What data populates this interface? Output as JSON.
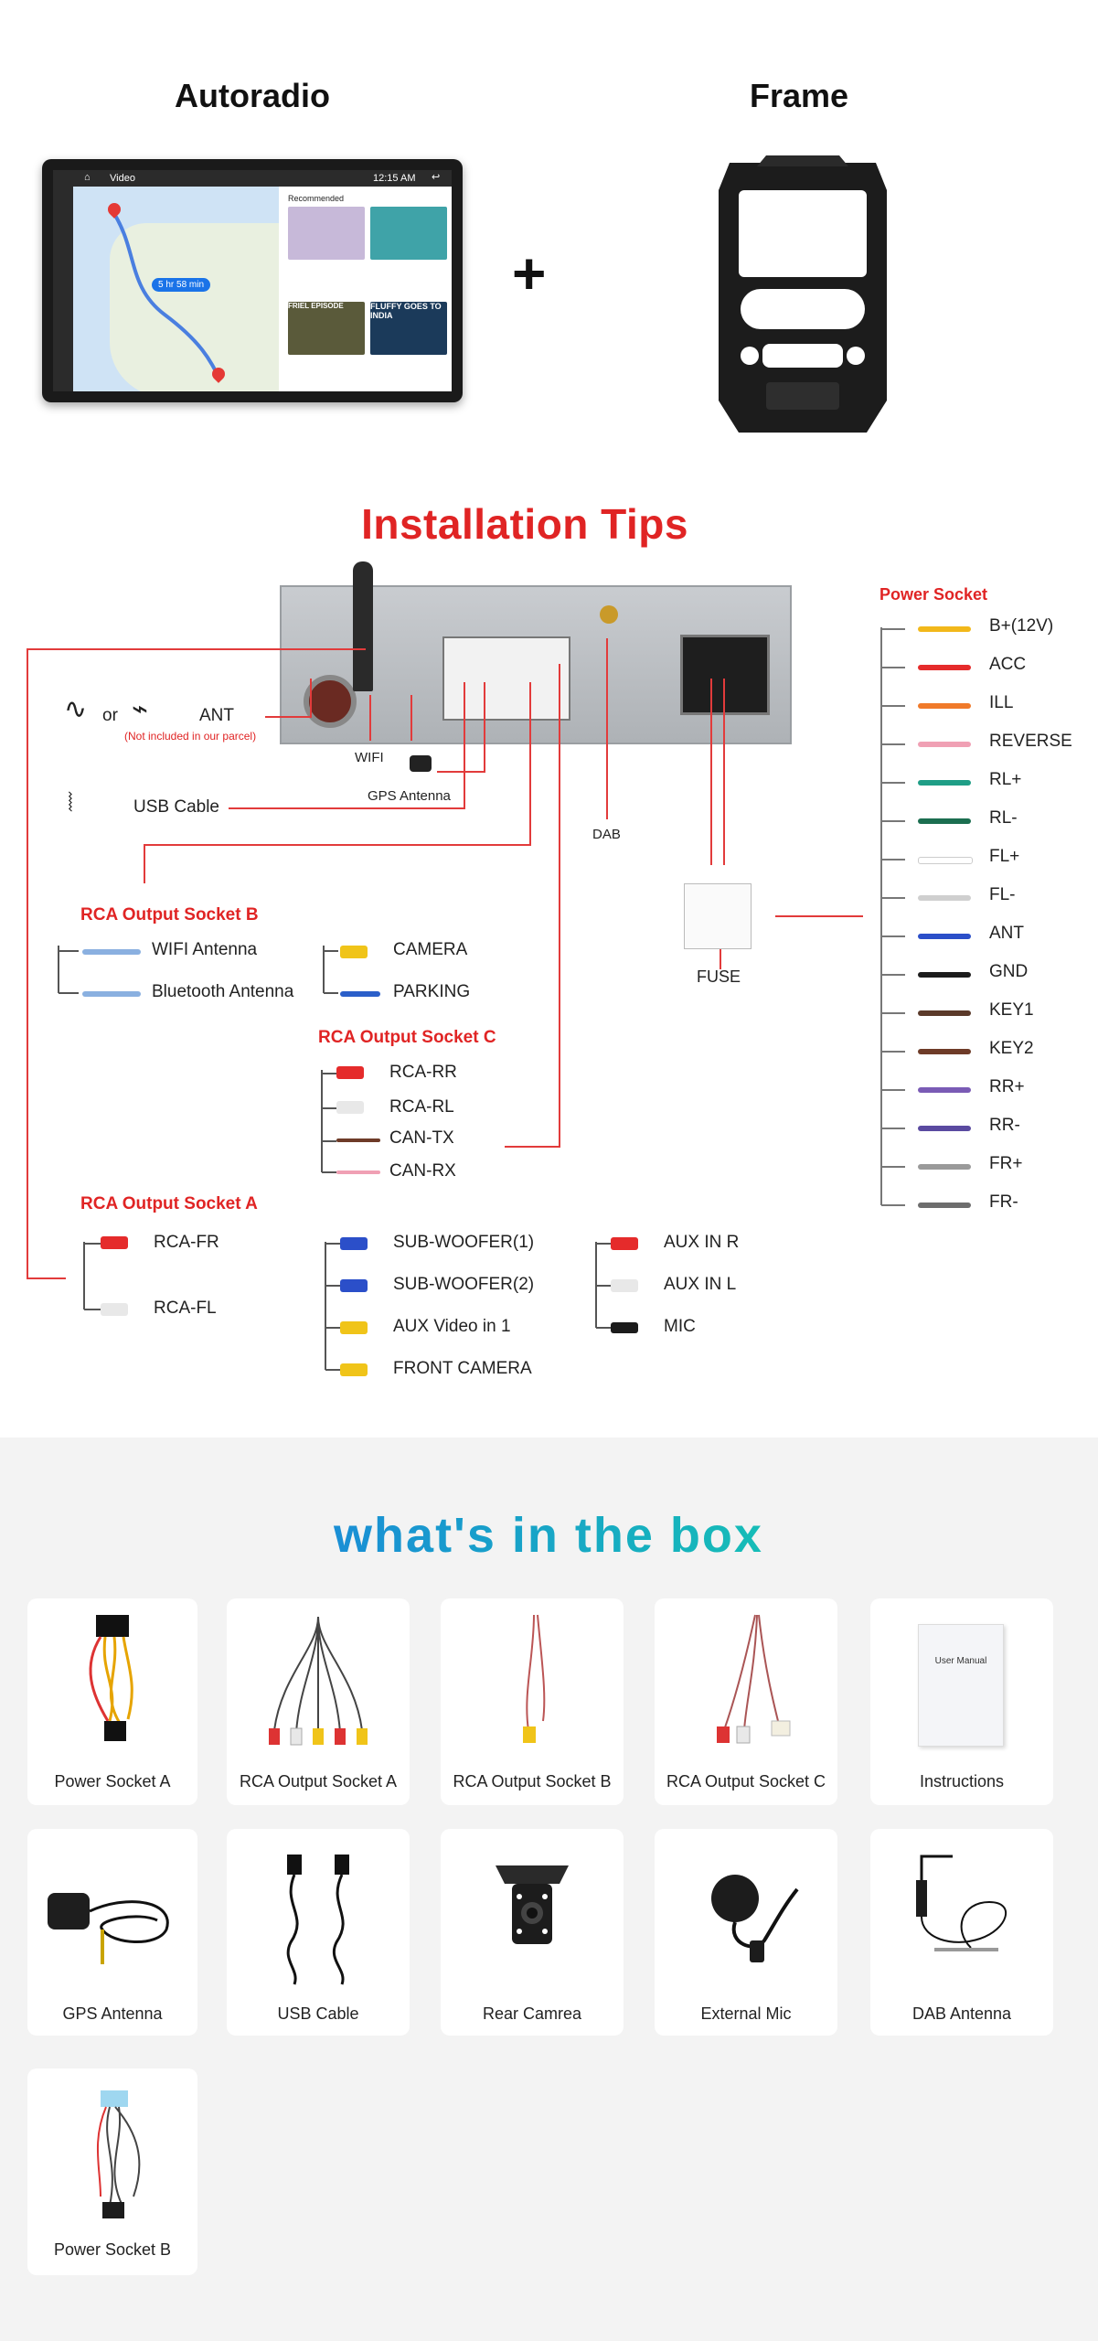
{
  "top": {
    "autoradio_title": "Autoradio",
    "frame_title": "Frame",
    "plus": "+",
    "screen": {
      "app_title": "Video",
      "clock": "12:15 AM",
      "route_time": "5 hr 58 min",
      "recommended": "Recommended",
      "thumb1_caption": "FRIEL EPISODE",
      "thumb2_caption": "FLUFFY GOES TO INDIA"
    }
  },
  "tips": {
    "title": "Installation Tips",
    "ant_or": "or",
    "ant": "ANT",
    "ant_note": "(Not included in our parcel)",
    "usb": "USB Cable",
    "wifi": "WIFI",
    "gps": "GPS Antenna",
    "dab": "DAB",
    "fuse": "FUSE",
    "rca_b": {
      "title": "RCA Output Socket B",
      "left": [
        "WIFI Antenna",
        "Bluetooth Antenna"
      ],
      "right": [
        "CAMERA",
        "PARKING"
      ]
    },
    "rca_c": {
      "title": "RCA Output Socket C",
      "items": [
        "RCA-RR",
        "RCA-RL",
        "CAN-TX",
        "CAN-RX"
      ]
    },
    "rca_a": {
      "title": "RCA Output Socket A",
      "left": [
        "RCA-FR",
        "RCA-FL"
      ],
      "mid": [
        "SUB-WOOFER(1)",
        "SUB-WOOFER(2)",
        "AUX Video in 1",
        "FRONT CAMERA"
      ],
      "right": [
        "AUX IN R",
        "AUX IN L",
        "MIC"
      ]
    },
    "power": {
      "title": "Power Socket",
      "items": [
        "B+(12V)",
        "ACC",
        "ILL",
        "REVERSE",
        "RL+",
        "RL-",
        "FL+",
        "FL-",
        "ANT",
        "GND",
        "KEY1",
        "KEY2",
        "RR+",
        "RR-",
        "FR+",
        "FR-"
      ]
    }
  },
  "box": {
    "title": "what's in the box",
    "row1": [
      "Power Socket A",
      "RCA Output Socket A",
      "RCA Output Socket B",
      "RCA Output Socket C",
      "Instructions"
    ],
    "row2": [
      "GPS Antenna",
      "USB Cable",
      "Rear Camrea",
      "External Mic",
      "DAB Antenna"
    ],
    "row3": [
      "Power Socket B"
    ],
    "manual_title": "User Manual"
  },
  "colors": {
    "accent_red": "#e02424",
    "title_blue": "#1a8ad8",
    "title_teal": "#15c1b4",
    "power_wires": [
      "#f2b81a",
      "#e52b2b",
      "#f07a2a",
      "#f0a0b4",
      "#1f9e86",
      "#1b6e50",
      "#ffffff",
      "#cfcfcf",
      "#2b4fc9",
      "#1c1c1c",
      "#5b3a2a",
      "#6e3b28",
      "#7a5bb5",
      "#5a4aa0",
      "#9a9a9a",
      "#6d6d6d"
    ]
  }
}
